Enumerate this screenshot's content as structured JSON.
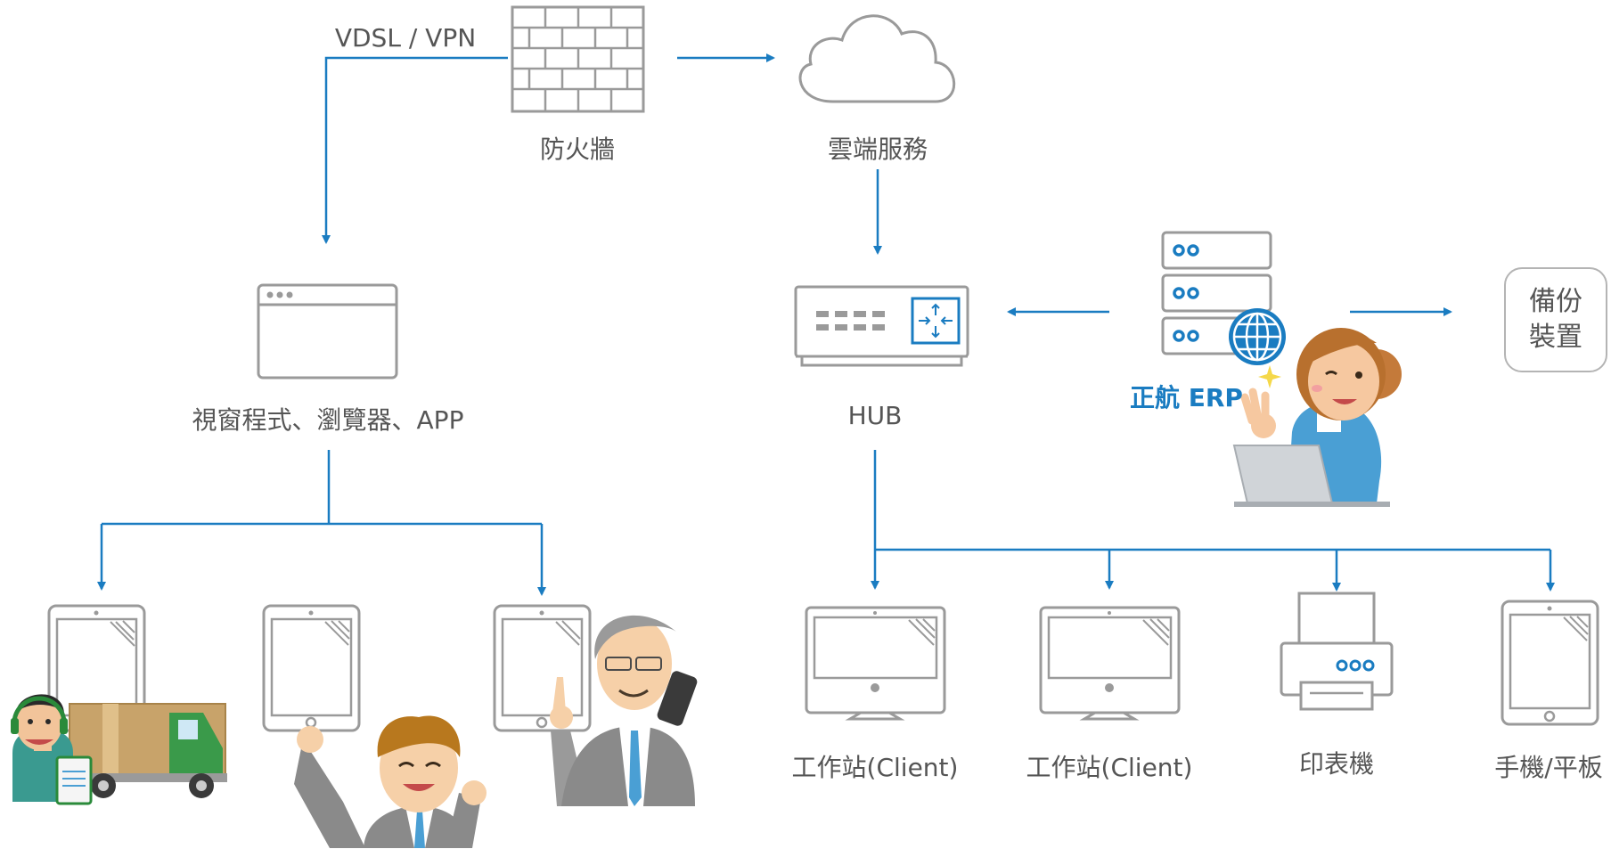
{
  "labels": {
    "vdsl_vpn": "VDSL / VPN",
    "firewall": "防火牆",
    "cloud": "雲端服務",
    "hub": "HUB",
    "browser": "視窗程式、瀏覽器、APP",
    "erp": "正航 ERP",
    "backup": "備份裝置",
    "workstation_1": "工作站(Client)",
    "workstation_2": "工作站(Client)",
    "printer": "印表機",
    "mobile": "手機/平板"
  },
  "colors": {
    "arrow": "#1a7cc1",
    "outline": "#9a9a9a",
    "accent": "#1a7cc1",
    "text": "#555555"
  },
  "icons": [
    "brick-wall-icon",
    "cloud-icon",
    "browser-window-icon",
    "network-hub-icon",
    "server-rack-icon",
    "globe-icon",
    "backup-device-icon",
    "monitor-icon",
    "printer-icon",
    "tablet-icon"
  ]
}
